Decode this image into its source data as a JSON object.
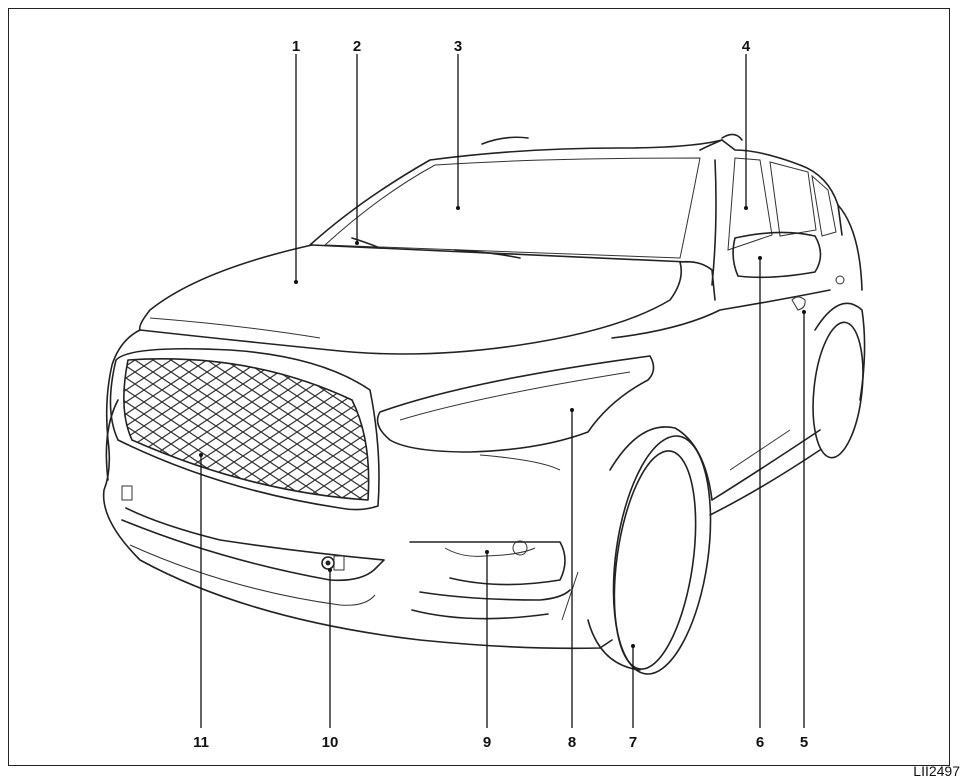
{
  "callouts": [
    {
      "id": "1",
      "label": "1"
    },
    {
      "id": "2",
      "label": "2"
    },
    {
      "id": "3",
      "label": "3"
    },
    {
      "id": "4",
      "label": "4"
    },
    {
      "id": "5",
      "label": "5"
    },
    {
      "id": "6",
      "label": "6"
    },
    {
      "id": "7",
      "label": "7"
    },
    {
      "id": "8",
      "label": "8"
    },
    {
      "id": "9",
      "label": "9"
    },
    {
      "id": "10",
      "label": "10"
    },
    {
      "id": "11",
      "label": "11"
    }
  ],
  "figure_code": "LII2497"
}
